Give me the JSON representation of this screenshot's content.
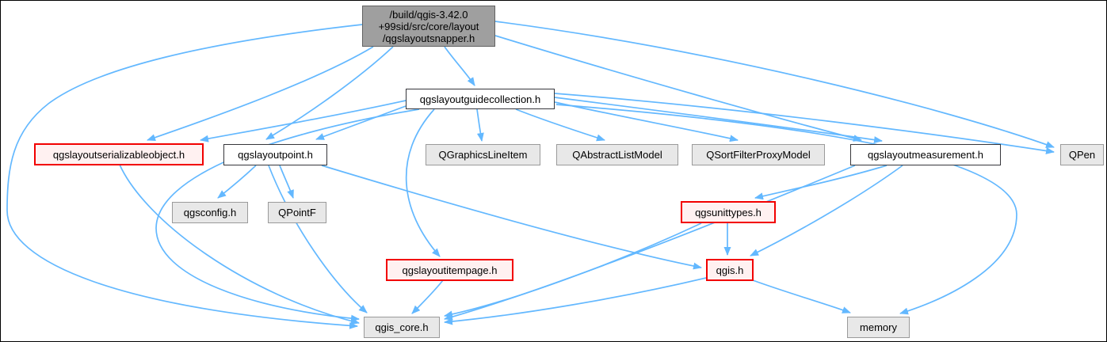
{
  "diagram": {
    "type": "include-dependency-graph",
    "edge_color": "#63B8FF",
    "colors": {
      "main_node_fill": "#9f9f9f",
      "doc_node_fill": "#ffffff",
      "external_node_fill": "#e8e8e8",
      "truncated_node_fill": "#fff1f1",
      "truncated_node_border": "#f20000"
    }
  },
  "nodes": {
    "snapper": {
      "lines": [
        "/build/qgis-3.42.0",
        "+99sid/src/core/layout",
        "/qgslayoutsnapper.h"
      ],
      "role": "main"
    },
    "guidecollection": {
      "label": "qgslayoutguidecollection.h",
      "role": "doc"
    },
    "serializable": {
      "label": "qgslayoutserializableobject.h",
      "role": "truncated"
    },
    "point": {
      "label": "qgslayoutpoint.h",
      "role": "doc"
    },
    "graphicslineitem": {
      "label": "QGraphicsLineItem",
      "role": "external"
    },
    "abstractlistmodel": {
      "label": "QAbstractListModel",
      "role": "external"
    },
    "sortfilterproxymodel": {
      "label": "QSortFilterProxyModel",
      "role": "external"
    },
    "measurement": {
      "label": "qgslayoutmeasurement.h",
      "role": "doc"
    },
    "qpen": {
      "label": "QPen",
      "role": "external"
    },
    "qgsconfig": {
      "label": "qgsconfig.h",
      "role": "external"
    },
    "qpointf": {
      "label": "QPointF",
      "role": "external"
    },
    "unittypes": {
      "label": "qgsunittypes.h",
      "role": "truncated"
    },
    "itempage": {
      "label": "qgslayoutitempage.h",
      "role": "truncated"
    },
    "qgis": {
      "label": "qgis.h",
      "role": "truncated"
    },
    "qgis_core": {
      "label": "qgis_core.h",
      "role": "external"
    },
    "memory": {
      "label": "memory",
      "role": "external"
    }
  },
  "edges": [
    {
      "from": "qgslayoutsnapper.h",
      "to": "qgis_core.h"
    },
    {
      "from": "qgslayoutsnapper.h",
      "to": "qgslayoutserializableobject.h"
    },
    {
      "from": "qgslayoutsnapper.h",
      "to": "qgslayoutpoint.h"
    },
    {
      "from": "qgslayoutsnapper.h",
      "to": "qgslayoutguidecollection.h"
    },
    {
      "from": "qgslayoutsnapper.h",
      "to": "qgslayoutmeasurement.h"
    },
    {
      "from": "qgslayoutsnapper.h",
      "to": "QPen"
    },
    {
      "from": "qgslayoutguidecollection.h",
      "to": "qgslayoutserializableobject.h"
    },
    {
      "from": "qgslayoutguidecollection.h",
      "to": "qgslayoutpoint.h"
    },
    {
      "from": "qgslayoutguidecollection.h",
      "to": "QGraphicsLineItem"
    },
    {
      "from": "qgslayoutguidecollection.h",
      "to": "QAbstractListModel"
    },
    {
      "from": "qgslayoutguidecollection.h",
      "to": "QSortFilterProxyModel"
    },
    {
      "from": "qgslayoutguidecollection.h",
      "to": "qgslayoutmeasurement.h"
    },
    {
      "from": "qgslayoutguidecollection.h",
      "to": "QPen"
    },
    {
      "from": "qgslayoutguidecollection.h",
      "to": "qgslayoutitempage.h"
    },
    {
      "from": "qgslayoutguidecollection.h",
      "to": "qgis_core.h"
    },
    {
      "from": "qgslayoutguidecollection.h",
      "to": "memory"
    },
    {
      "from": "qgslayoutpoint.h",
      "to": "qgsconfig.h"
    },
    {
      "from": "qgslayoutpoint.h",
      "to": "QPointF"
    },
    {
      "from": "qgslayoutpoint.h",
      "to": "qgis.h"
    },
    {
      "from": "qgslayoutpoint.h",
      "to": "qgis_core.h"
    },
    {
      "from": "qgslayoutserializableobject.h",
      "to": "qgis_core.h"
    },
    {
      "from": "qgslayoutitempage.h",
      "to": "qgis_core.h"
    },
    {
      "from": "qgslayoutmeasurement.h",
      "to": "qgsunittypes.h"
    },
    {
      "from": "qgslayoutmeasurement.h",
      "to": "qgis.h"
    },
    {
      "from": "qgslayoutmeasurement.h",
      "to": "qgis_core.h"
    },
    {
      "from": "qgsunittypes.h",
      "to": "qgis.h"
    },
    {
      "from": "qgsunittypes.h",
      "to": "qgis_core.h"
    },
    {
      "from": "qgis.h",
      "to": "qgis_core.h"
    },
    {
      "from": "qgis.h",
      "to": "memory"
    }
  ]
}
